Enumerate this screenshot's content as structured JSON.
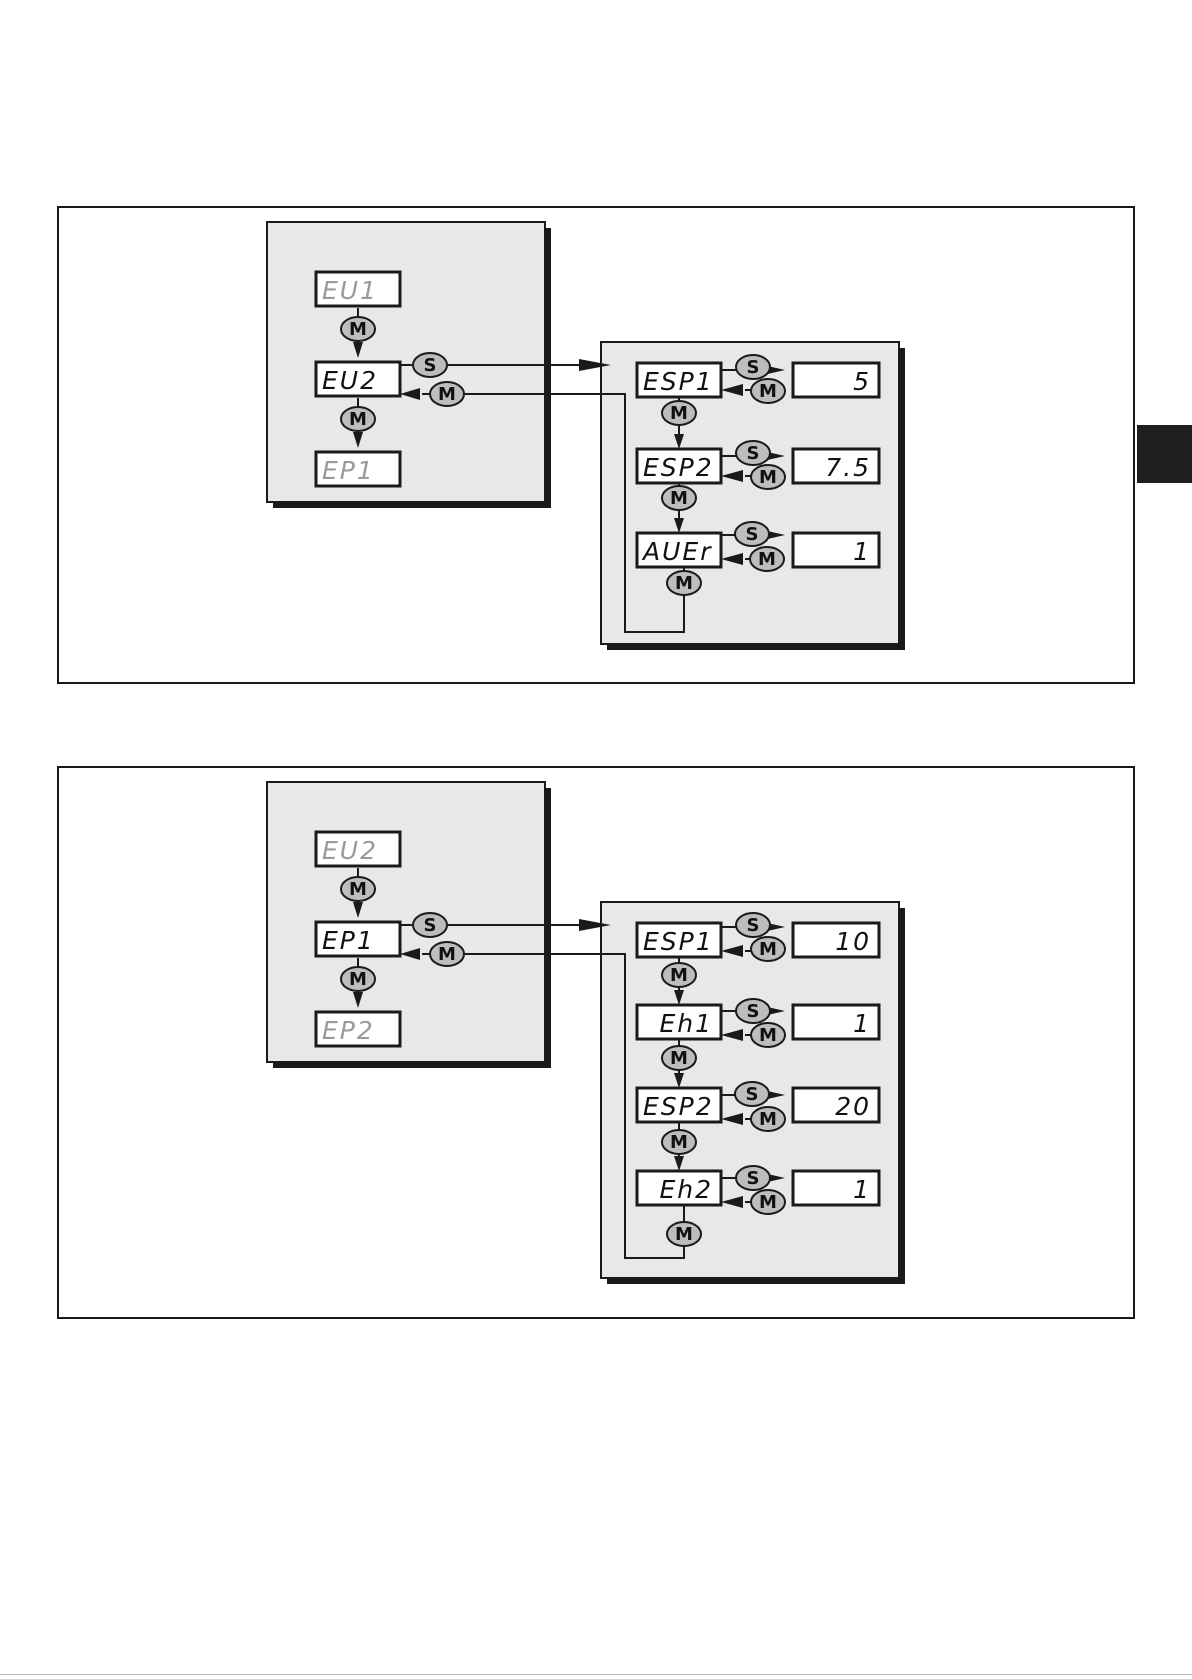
{
  "diagram_1": {
    "menu": [
      "EU1",
      "EU2",
      "EP1"
    ],
    "selected_index": 1,
    "sub_items": [
      {
        "param": "ESP1",
        "value": "5"
      },
      {
        "param": "ESP2",
        "value": "7.5"
      },
      {
        "param": "AUEr",
        "value": "1"
      }
    ]
  },
  "diagram_2": {
    "menu": [
      "EU2",
      "EP1",
      "EP2"
    ],
    "selected_index": 1,
    "sub_items": [
      {
        "param": "ESP1",
        "value": "10"
      },
      {
        "param": "Eh1",
        "value": "1"
      },
      {
        "param": "ESP2",
        "value": "20"
      },
      {
        "param": "Eh2",
        "value": "1"
      }
    ]
  },
  "buttons": {
    "mode": "M",
    "set": "S"
  },
  "colors": {
    "panel": "#e8e8e8",
    "button": "#bdbdbd",
    "line": "#1a1a1a",
    "inactive_text": "#9a9a9a",
    "tab_marker": "#1e1e1e"
  }
}
